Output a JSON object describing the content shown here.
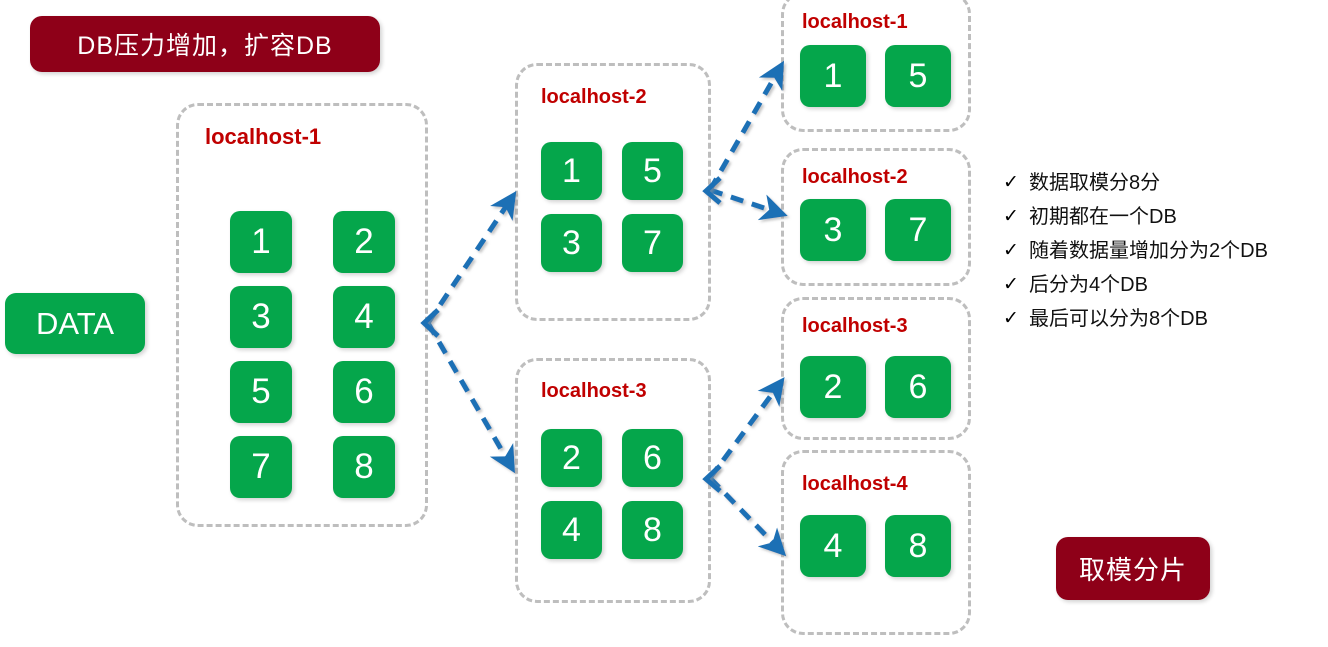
{
  "banner": {
    "title": "DB压力增加，扩容DB"
  },
  "badge": {
    "label": "取模分片"
  },
  "source": {
    "label": "DATA"
  },
  "stage1": {
    "hosts": [
      {
        "title": "localhost-1",
        "cells": [
          "1",
          "2",
          "3",
          "4",
          "5",
          "6",
          "7",
          "8"
        ]
      }
    ]
  },
  "stage2": {
    "hosts": [
      {
        "title": "localhost-2",
        "cells": [
          "1",
          "5",
          "3",
          "7"
        ]
      },
      {
        "title": "localhost-3",
        "cells": [
          "2",
          "6",
          "4",
          "8"
        ]
      }
    ]
  },
  "stage3": {
    "hosts": [
      {
        "title": "localhost-1",
        "cells": [
          "1",
          "5"
        ]
      },
      {
        "title": "localhost-2",
        "cells": [
          "3",
          "7"
        ]
      },
      {
        "title": "localhost-3",
        "cells": [
          "2",
          "6"
        ]
      },
      {
        "title": "localhost-4",
        "cells": [
          "4",
          "8"
        ]
      }
    ]
  },
  "notes": {
    "bullet_mark": "✓",
    "items": [
      "数据取模分8分",
      "初期都在一个DB",
      "随着数据量增加分为2个DB",
      "后分为4个DB",
      "最后可以分为8个DB"
    ]
  },
  "colors": {
    "green": "#05A64B",
    "dark_red": "#8E0018",
    "title_red": "#C00000",
    "arrow_blue": "#1F6FB5",
    "dashed_gray": "#BEBEBE"
  }
}
